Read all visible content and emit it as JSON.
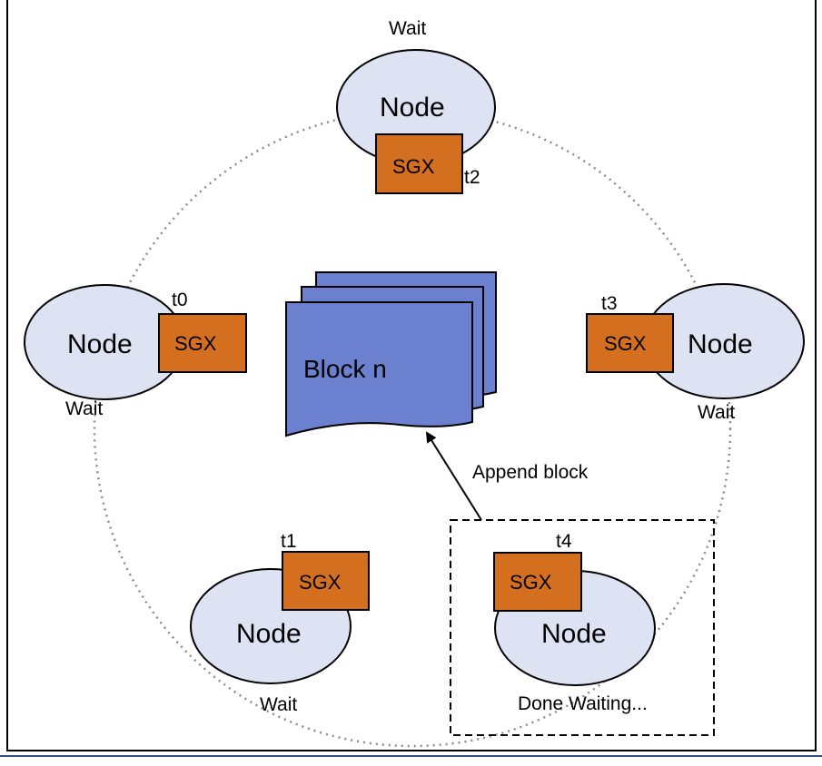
{
  "diagram": {
    "block": {
      "label": "Block n"
    },
    "append_label": "Append block",
    "nodes": [
      {
        "id": "top",
        "node_label": "Node",
        "sgx_label": "SGX",
        "time_label": "t2",
        "status": "Wait"
      },
      {
        "id": "left",
        "node_label": "Node",
        "sgx_label": "SGX",
        "time_label": "t0",
        "status": "Wait"
      },
      {
        "id": "right",
        "node_label": "Node",
        "sgx_label": "SGX",
        "time_label": "t3",
        "status": "Wait"
      },
      {
        "id": "bottom-left",
        "node_label": "Node",
        "sgx_label": "SGX",
        "time_label": "t1",
        "status": "Wait"
      },
      {
        "id": "bottom-right",
        "node_label": "Node",
        "sgx_label": "SGX",
        "time_label": "t4",
        "status": "Done Waiting..."
      }
    ],
    "colors": {
      "node_fill": "#dde3f2",
      "sgx_fill": "#d46f1f",
      "block_fill": "#6b80cf",
      "ring": "#8a8a99"
    }
  }
}
